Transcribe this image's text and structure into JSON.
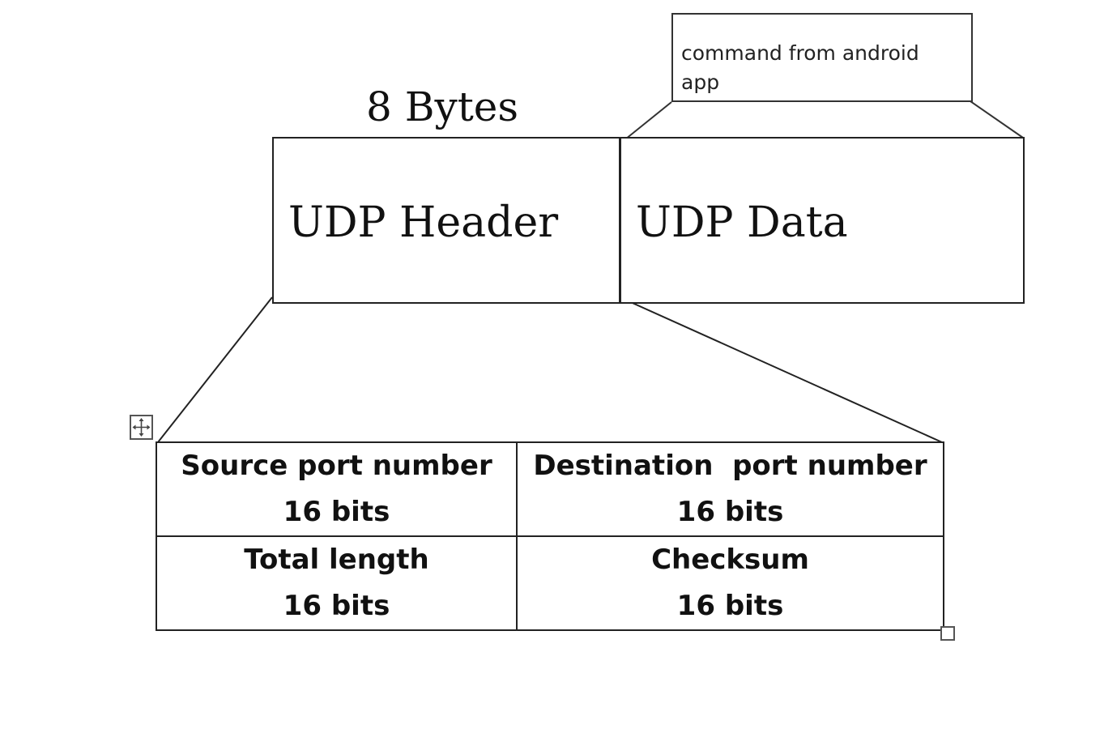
{
  "callout": {
    "text": "command from android\n app"
  },
  "size_label": "8 Bytes",
  "packet": {
    "header_label": "UDP Header",
    "data_label": "UDP Data"
  },
  "header_fields": [
    {
      "name": "Source port number",
      "size": "16 bits"
    },
    {
      "name": "Destination  port number",
      "size": "16 bits"
    },
    {
      "name": "Total length",
      "size": "16 bits"
    },
    {
      "name": "Checksum",
      "size": "16 bits"
    }
  ],
  "icons": {
    "table_move_handle": "move-arrows-icon",
    "table_resize_handle": "resize-square-icon"
  }
}
